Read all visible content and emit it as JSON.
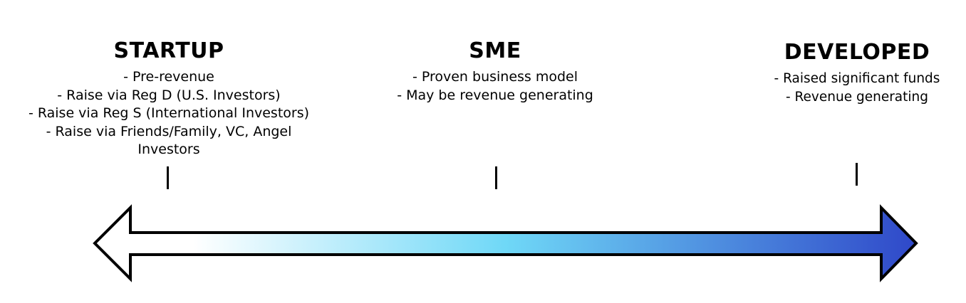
{
  "stages": {
    "startup": {
      "title": "STARTUP",
      "points": [
        "- Pre-revenue",
        "- Raise via Reg D (U.S. Investors)",
        "- Raise via Reg S (International Investors)",
        "- Raise via Friends/Family, VC, Angel Investors"
      ]
    },
    "sme": {
      "title": "SME",
      "points": [
        "- Proven business model",
        "- May be revenue generating"
      ]
    },
    "developed": {
      "title": "DEVELOPED",
      "points": [
        "- Raised significant funds",
        "- Revenue generating"
      ]
    }
  },
  "arrow": {
    "gradient": [
      "#ffffff",
      "#6fd8f7",
      "#2f48c9"
    ],
    "stroke": "#000000"
  }
}
